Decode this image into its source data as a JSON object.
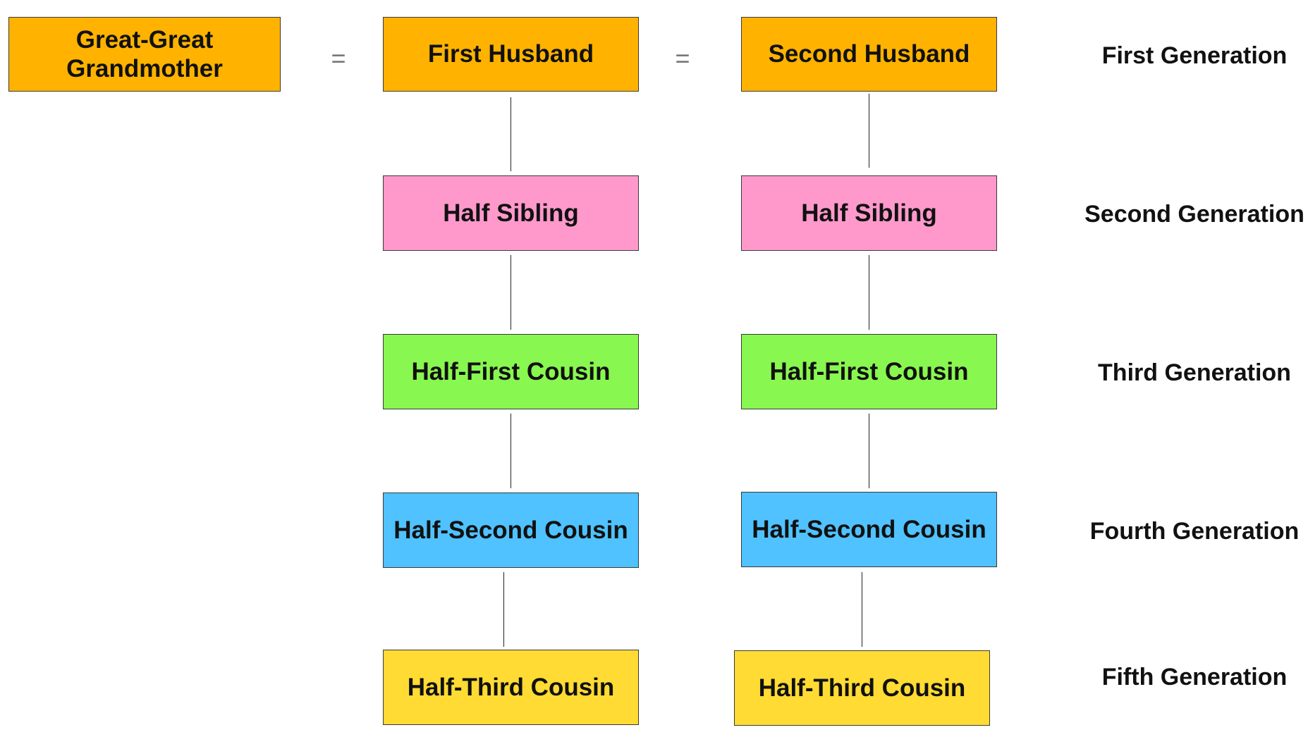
{
  "colors": {
    "gen1": "#FFB300",
    "gen2": "#FF99CC",
    "gen3": "#88F74F",
    "gen4": "#4FC2FF",
    "gen5": "#FFDB33"
  },
  "nodes": {
    "great_great_grandmother": {
      "line1": "Great-Great",
      "line2": "Grandmother"
    },
    "first_husband": "First Husband",
    "second_husband": "Second Husband",
    "left": {
      "half_sibling": "Half Sibling",
      "half_first_cousin": "Half-First Cousin",
      "half_second_cousin": "Half-Second Cousin",
      "half_third_cousin": "Half-Third Cousin"
    },
    "right": {
      "half_sibling": "Half Sibling",
      "half_first_cousin": "Half-First Cousin",
      "half_second_cousin": "Half-Second Cousin",
      "half_third_cousin": "Half-Third Cousin"
    }
  },
  "marriage_symbol": "=",
  "generations": [
    "First Generation",
    "Second Generation",
    "Third Generation",
    "Fourth Generation",
    "Fifth Generation"
  ]
}
